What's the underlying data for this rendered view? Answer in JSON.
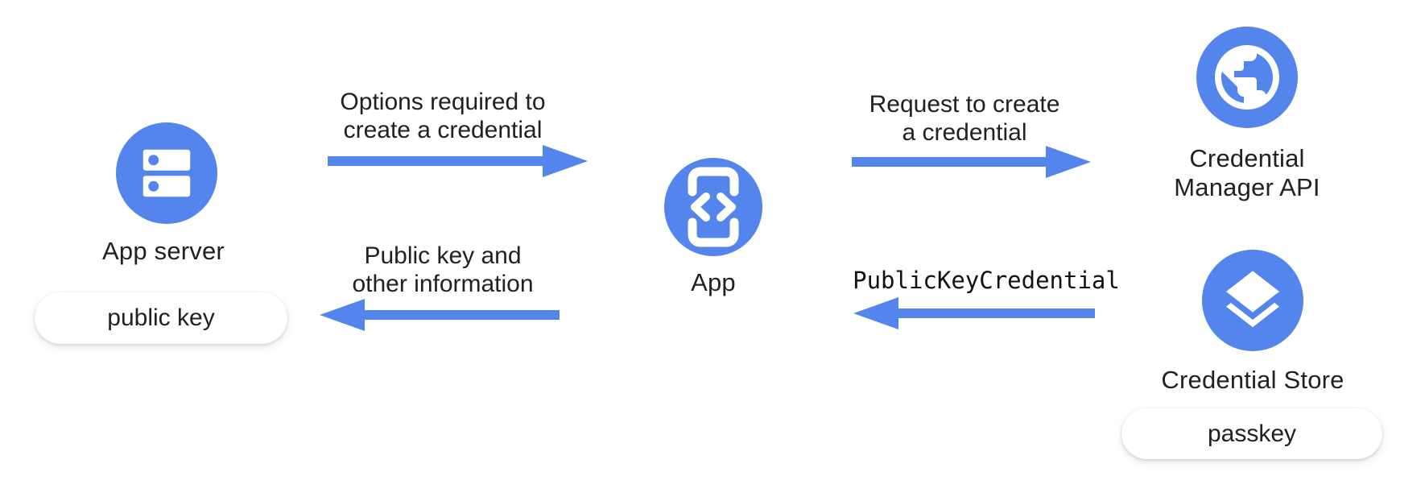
{
  "diagram": {
    "background": "#ffffff",
    "accent_blue": "#5485EC",
    "text_color": "#202124"
  },
  "nodes": {
    "app_server": {
      "icon": "server-icon",
      "label": "App server",
      "artifact": "public key"
    },
    "app": {
      "icon": "phone-code-icon",
      "label": "App"
    },
    "credential_manager_api": {
      "icon": "globe-icon",
      "label_line1": "Credential",
      "label_line2": "Manager API"
    },
    "credential_store": {
      "icon": "layers-icon",
      "label": "Credential Store",
      "artifact": "passkey"
    }
  },
  "flows": {
    "options_to_create": {
      "label_line1": "Options required to",
      "label_line2": "create a credential",
      "direction": "right"
    },
    "public_key_and_info": {
      "label_line1": "Public key and",
      "label_line2": "other information",
      "direction": "left"
    },
    "request_to_create": {
      "label_line1": "Request to create",
      "label_line2": "a credential",
      "direction": "right"
    },
    "public_key_credential": {
      "label": "PublicKeyCredential",
      "direction": "left"
    }
  }
}
